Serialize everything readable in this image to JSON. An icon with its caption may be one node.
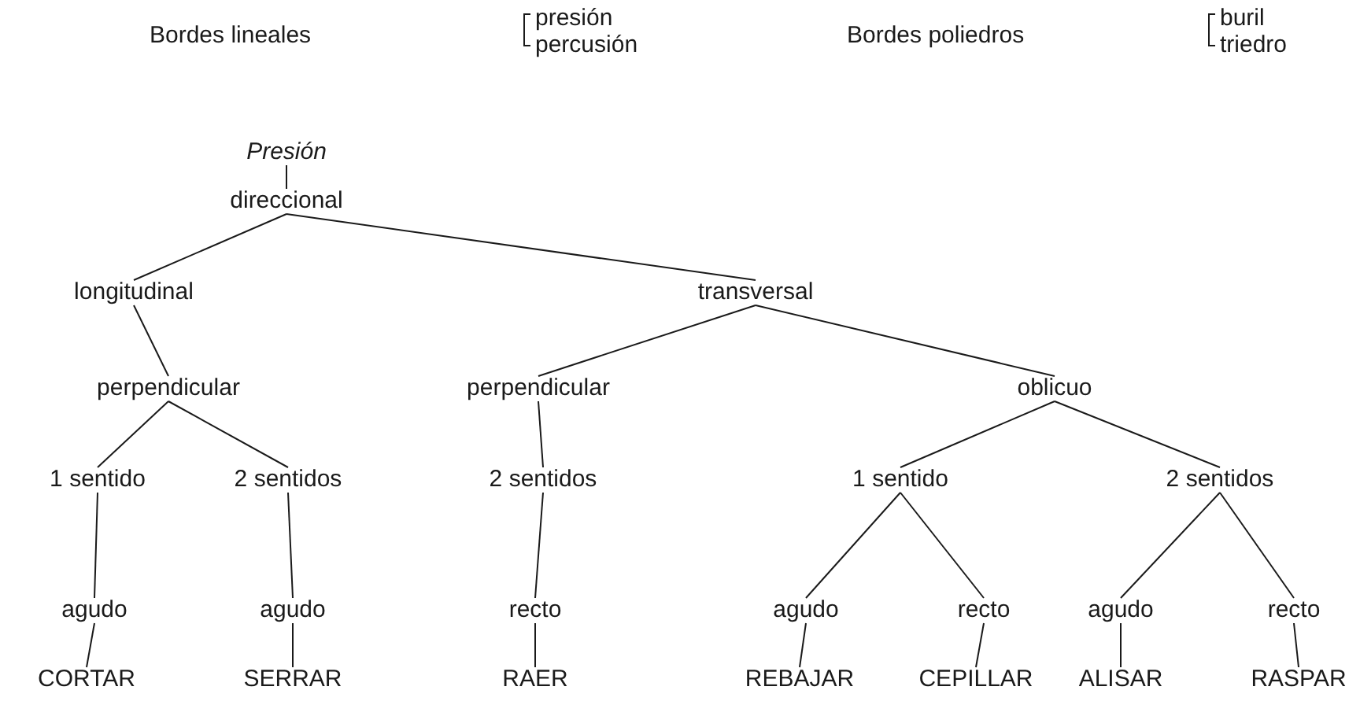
{
  "diagram": {
    "nodes": [
      {
        "text": [
          "Presión"
        ]
      },
      {
        "text": [
          "direccional"
        ]
      },
      {
        "text": [
          "longitudinal"
        ]
      },
      {
        "text": [
          "transversal"
        ]
      },
      {
        "text": [
          "perpendicular"
        ]
      },
      {
        "text": [
          "perpendicular"
        ]
      },
      {
        "text": [
          "oblicuo"
        ]
      },
      {
        "text": [
          "1 sentido"
        ]
      },
      {
        "text": [
          "2 sentidos"
        ]
      },
      {
        "text": [
          "2 sentidos"
        ]
      },
      {
        "text": [
          "1 sentido"
        ]
      },
      {
        "text": [
          "2 sentidos"
        ]
      },
      {
        "text": [
          "agudo"
        ]
      },
      {
        "text": [
          "agudo"
        ]
      },
      {
        "text": [
          "recto"
        ]
      },
      {
        "text": [
          "agudo"
        ]
      },
      {
        "text": [
          "recto"
        ]
      },
      {
        "text": [
          "agudo"
        ]
      },
      {
        "text": [
          "recto"
        ]
      },
      {
        "text": [
          "CORTAR"
        ]
      },
      {
        "text": [
          "SERRAR"
        ]
      },
      {
        "text": [
          "RAER"
        ]
      },
      {
        "text": [
          "REBAJAR"
        ]
      },
      {
        "text": [
          "CEPILLAR"
        ]
      },
      {
        "text": [
          "ALISAR"
        ]
      },
      {
        "text": [
          "RASPAR"
        ]
      }
    ],
    "edges": [
      {
        "from": 0,
        "to": 1,
        "arrow": "none"
      },
      {
        "from": 1,
        "to": 2,
        "arrow": "none"
      },
      {
        "from": 1,
        "to": 3,
        "arrow": "none"
      },
      {
        "from": 2,
        "to": 4,
        "arrow": "none"
      },
      {
        "from": 3,
        "to": 5,
        "arrow": "none"
      },
      {
        "from": 3,
        "to": 6,
        "arrow": "none"
      },
      {
        "from": 4,
        "to": 7,
        "arrow": "none"
      },
      {
        "from": 4,
        "to": 8,
        "arrow": "none"
      },
      {
        "from": 5,
        "to": 9,
        "arrow": "none"
      },
      {
        "from": 6,
        "to": 10,
        "arrow": "none"
      },
      {
        "from": 6,
        "to": 11,
        "arrow": "none"
      },
      {
        "from": 7,
        "to": 12,
        "arrow": "none"
      },
      {
        "from": 8,
        "to": 13,
        "arrow": "none"
      },
      {
        "from": 9,
        "to": 14,
        "arrow": "none"
      },
      {
        "from": 10,
        "to": 15,
        "arrow": "none"
      },
      {
        "from": 10,
        "to": 16,
        "arrow": "none"
      },
      {
        "from": 11,
        "to": 17,
        "arrow": "none"
      },
      {
        "from": 11,
        "to": 18,
        "arrow": "none"
      },
      {
        "from": 12,
        "to": 19,
        "arrow": "none"
      },
      {
        "from": 13,
        "to": 20,
        "arrow": "none"
      },
      {
        "from": 14,
        "to": 21,
        "arrow": "none"
      },
      {
        "from": 15,
        "to": 22,
        "arrow": "none"
      },
      {
        "from": 16,
        "to": 23,
        "arrow": "none"
      },
      {
        "from": 17,
        "to": 24,
        "arrow": "none"
      },
      {
        "from": 18,
        "to": 25,
        "arrow": "none"
      }
    ],
    "labels": [
      "Bordes lineales",
      "presión",
      "percusión",
      "Bordes poliedros",
      "buril",
      "triedro"
    ]
  }
}
